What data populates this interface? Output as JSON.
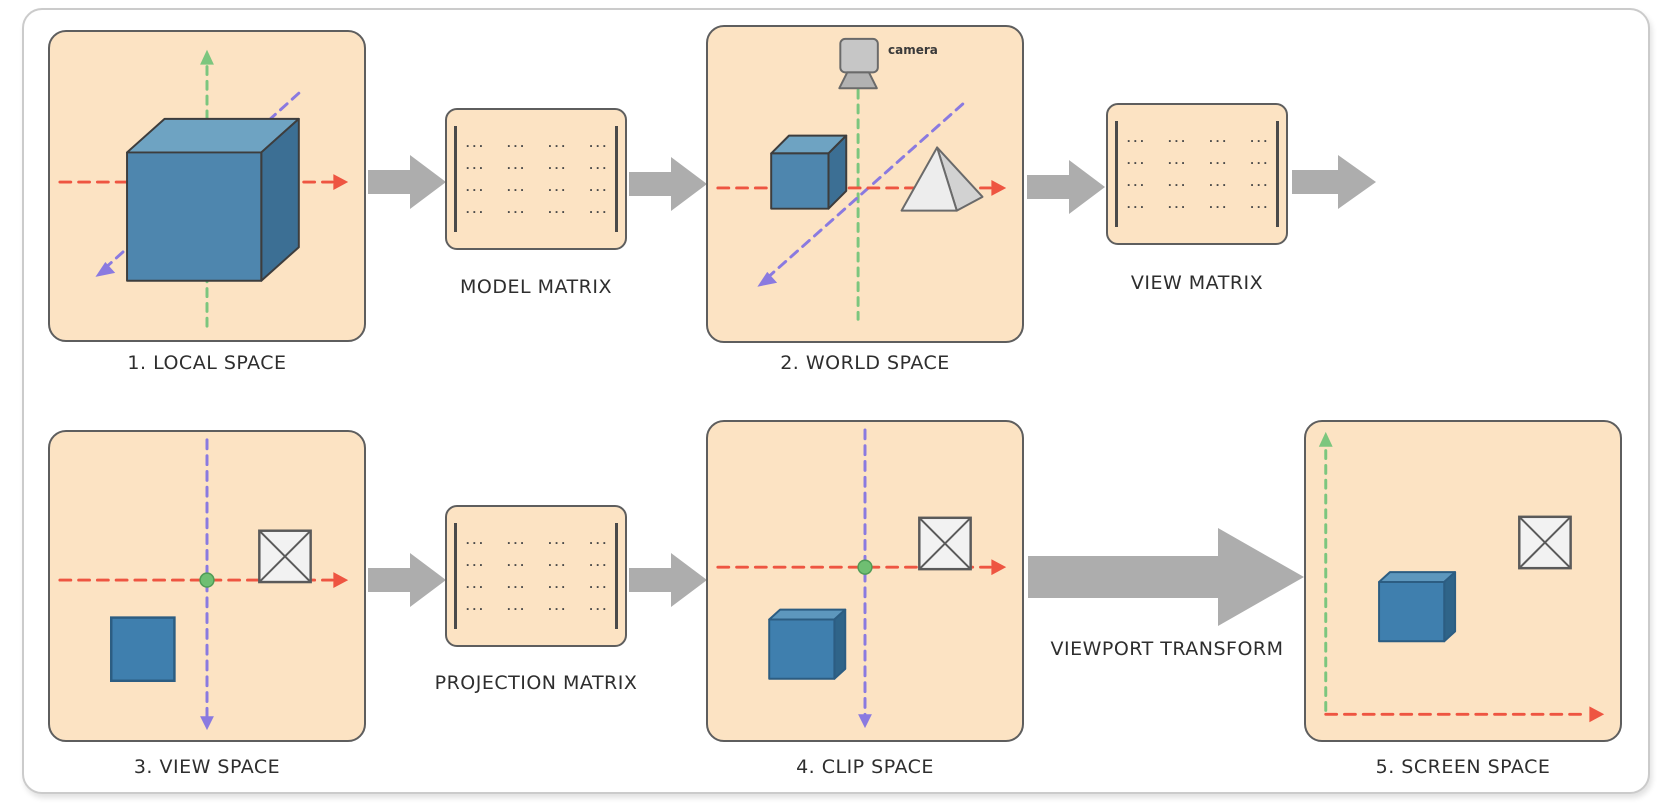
{
  "diagram": {
    "panels": [
      {
        "label": "1. LOCAL SPACE"
      },
      {
        "label": "2. WORLD SPACE",
        "camera_label": "camera"
      },
      {
        "label": "3. VIEW SPACE"
      },
      {
        "label": "4. CLIP SPACE"
      },
      {
        "label": "5. SCREEN SPACE"
      }
    ],
    "matrices": [
      {
        "label": "MODEL MATRIX"
      },
      {
        "label": "VIEW MATRIX"
      },
      {
        "label": "PROJECTION MATRIX"
      }
    ],
    "transform_label": "VIEWPORT TRANSFORM",
    "matrix_row": "···  ···  ···  ···",
    "colors": {
      "panel_fill": "#fce3c3",
      "panel_border": "#5e5e5e",
      "axis_red": "#ee5541",
      "axis_green": "#7cc67e",
      "axis_purple": "#8a7ae0",
      "arrow_gray": "#adadad",
      "cube_front": "#4e86ae",
      "cube_top": "#6ea3c2",
      "cube_side": "#3c6f94"
    }
  }
}
